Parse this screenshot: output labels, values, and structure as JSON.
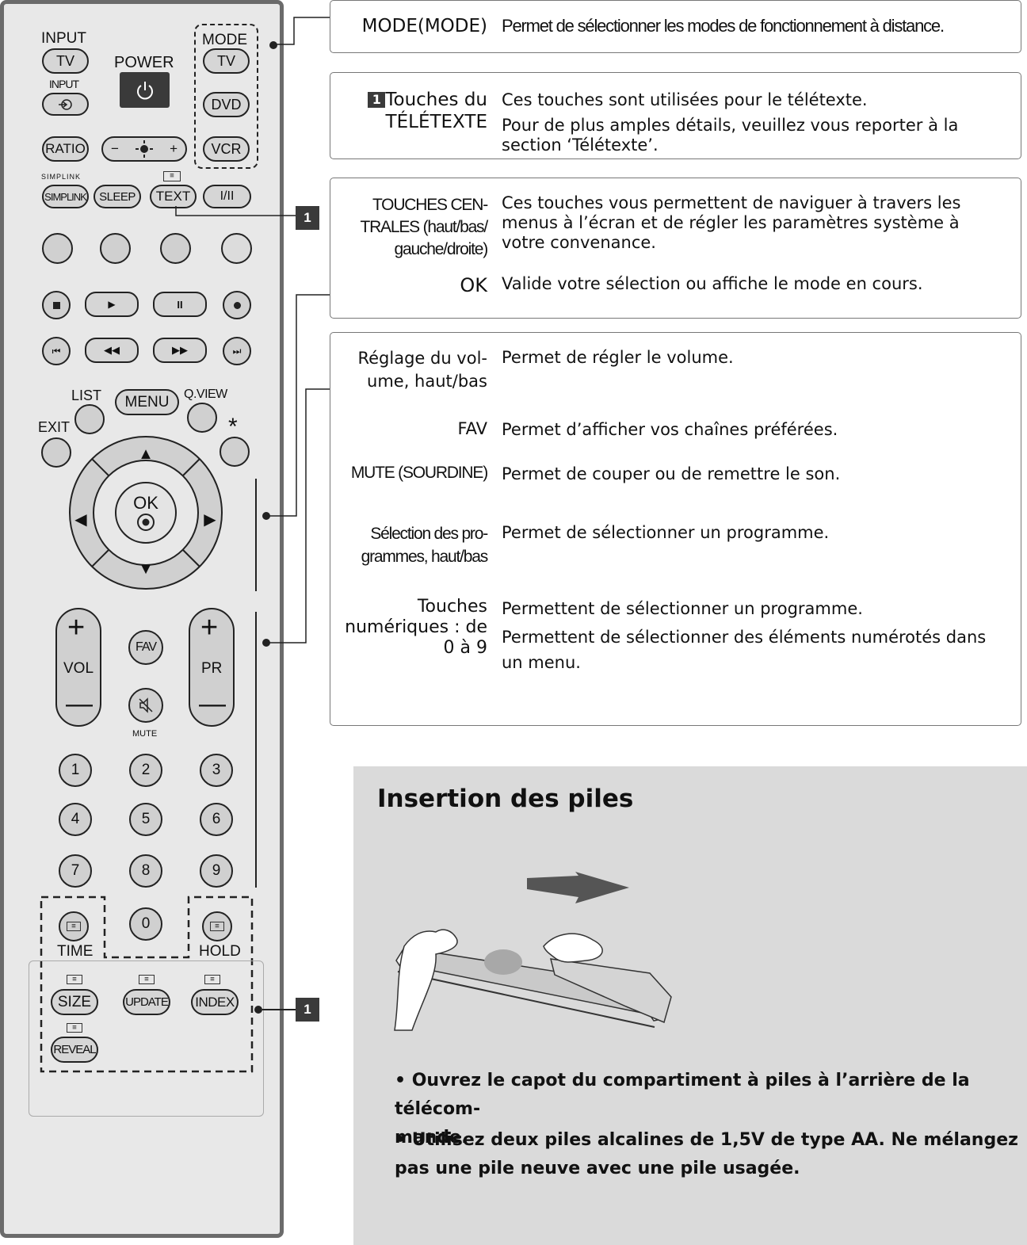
{
  "remote": {
    "input_top": "INPUT",
    "tv_button": "TV",
    "input_small": "INPUT",
    "power_label": "POWER",
    "ratio_button": "RATIO",
    "brightness_minus": "−",
    "brightness_plus": "+",
    "mode_label": "MODE",
    "mode_tv": "TV",
    "mode_dvd": "DVD",
    "mode_vcr": "VCR",
    "simplink_logo": "SIMPLINK",
    "simplink_button": "SIMPLINK",
    "sleep_button": "SLEEP",
    "text_button": "TEXT",
    "dual_button": "I/II",
    "list_label": "LIST",
    "menu_button": "MENU",
    "qview_label": "Q.VIEW",
    "exit_label": "EXIT",
    "star_label": "*",
    "ok_button": "OK",
    "vol_label": "VOL",
    "pr_label": "PR",
    "plus": "+",
    "minus": "—",
    "fav_button": "FAV",
    "mute_label": "MUTE",
    "digits": [
      "1",
      "2",
      "3",
      "4",
      "5",
      "6",
      "7",
      "8",
      "9",
      "0"
    ],
    "time_label": "TIME",
    "hold_label": "HOLD",
    "size_button": "SIZE",
    "update_button": "UPDATE",
    "index_button": "INDEX",
    "reveal_button": "REVEAL",
    "marker_1": "1",
    "marker_2": "1",
    "colors": {
      "body": "#e8e8e8",
      "frame": "#6b6b6b",
      "button": "#d0d0d0",
      "power": "#3a3a3a"
    }
  },
  "sections": {
    "mode": {
      "term": "MODE(MODE)",
      "desc": "Permet de sélectionner les modes de fonctionnement à distance."
    },
    "teletext": {
      "badge": "1",
      "term_line1": "Touches du",
      "term_line2": "TÉLÉTEXTE",
      "desc_line1": "Ces touches sont utilisées pour le télétexte.",
      "desc_line2": "Pour de plus amples détails, veuillez vous reporter à la",
      "desc_line3": "section ‘Télétexte’."
    },
    "nav": {
      "term_line1": "TOUCHES CEN-",
      "term_line2": "TRALES (haut/bas/",
      "term_line3": "gauche/droite)",
      "desc_line1": "Ces touches vous permettent de naviguer à travers les",
      "desc_line2": "menus à l’écran et de régler les paramètres système à",
      "desc_line3": "votre convenance.",
      "ok_term": "OK",
      "ok_desc": "Valide votre sélection ou affiche le mode en cours."
    },
    "misc": {
      "vol_term_line1": "Réglage du vol-",
      "vol_term_line2": "ume, haut/bas",
      "vol_desc": "Permet de régler le volume.",
      "fav_term": "FAV",
      "fav_desc": "Permet d’afficher vos chaînes préférées.",
      "mute_term": "MUTE (SOURDINE)",
      "mute_desc": "Permet de couper ou de remettre le son.",
      "prog_term_line1": "Sélection des pro-",
      "prog_term_line2": "grammes, haut/bas",
      "prog_desc": "Permet de sélectionner un programme.",
      "num_term_line1": "Touches",
      "num_term_line2": "numériques : de",
      "num_term_line3": "0 à 9",
      "num_desc_line1": "Permettent de sélectionner un programme.",
      "num_desc_line2": "Permettent de sélectionner des éléments numérotés dans",
      "num_desc_line3": "un menu."
    }
  },
  "battery": {
    "title": "Insertion des piles",
    "bullet1_line1": "• Ouvrez le capot du compartiment à piles à l’arrière de la télécom-",
    "bullet1_line2": "mande.",
    "bullet2_line1": "• Utilisez deux piles alcalines de 1,5V de type AA. Ne mélangez",
    "bullet2_line2": "pas une pile neuve avec une pile usagée."
  }
}
